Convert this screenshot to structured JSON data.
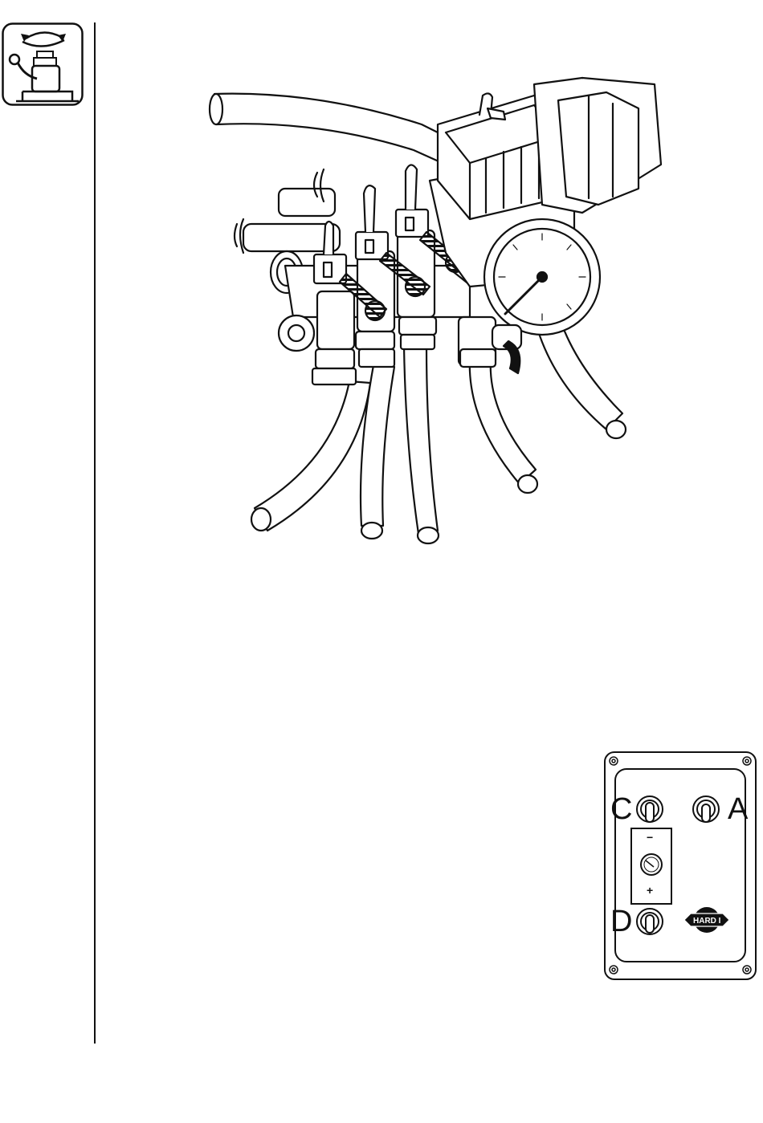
{
  "side_icon": {
    "icon": "rotate-adjust-valve-icon"
  },
  "illustration": {
    "icon": "spray-control-valve-assembly"
  },
  "control_box": {
    "switch_labels": {
      "top_left": "C",
      "top_right": "A",
      "bottom_left": "D"
    },
    "gauge_minus": "−",
    "gauge_plus": "+",
    "logo_text": "HARD I"
  }
}
